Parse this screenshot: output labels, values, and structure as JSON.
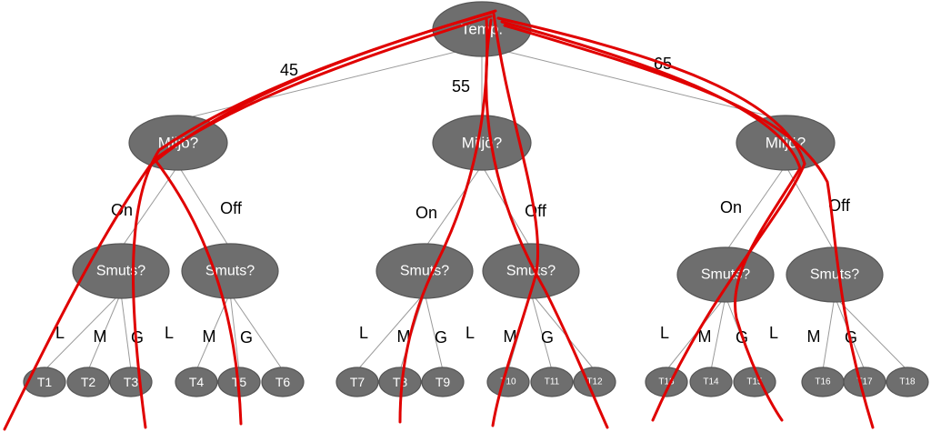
{
  "diagram": {
    "root": {
      "label": "Temp."
    },
    "temp_branches": [
      {
        "edge_label": "45",
        "label": "Miljö?"
      },
      {
        "edge_label": "55",
        "label": "Miljö?"
      },
      {
        "edge_label": "65",
        "label": "Miljö?"
      }
    ],
    "env_branches": [
      {
        "edge_label": "On",
        "label": "Smuts?"
      },
      {
        "edge_label": "Off",
        "label": "Smuts?"
      },
      {
        "edge_label": "On",
        "label": "Smuts?"
      },
      {
        "edge_label": "Off",
        "label": "Smuts?"
      },
      {
        "edge_label": "On",
        "label": "Smuts?"
      },
      {
        "edge_label": "Off",
        "label": "Smuts?"
      }
    ],
    "dirt_edge_labels": [
      "L",
      "M",
      "G",
      "L",
      "M",
      "G",
      "L",
      "M",
      "G",
      "L",
      "M",
      "G",
      "L",
      "M",
      "G",
      "L",
      "M",
      "G"
    ],
    "leaves": [
      "T1",
      "T2",
      "T3",
      "T4",
      "T5",
      "T6",
      "T7",
      "T8",
      "T9",
      "T10",
      "T11",
      "T12",
      "T13",
      "T14",
      "T15",
      "T16",
      "T17",
      "T18"
    ],
    "colors": {
      "node_fill": "#6e6e6e",
      "edge": "#9a9a9a",
      "annotation": "#e00000"
    }
  }
}
